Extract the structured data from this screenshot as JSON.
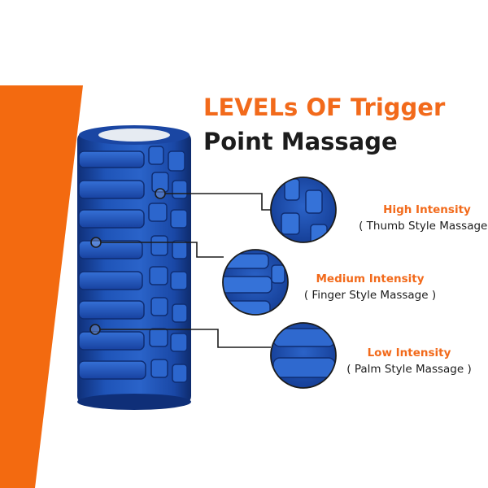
{
  "title": {
    "line1": "LEVELs OF Trigger",
    "line2": "Point Massage"
  },
  "levels": [
    {
      "name": "High Intensity",
      "description": "( Thumb Style Massage )"
    },
    {
      "name": "Medium Intensity",
      "description": "( Finger Style Massage )"
    },
    {
      "name": "Low Intensity",
      "description": "( Palm Style Massage )"
    }
  ],
  "colors": {
    "accent": "#f26a1b",
    "roller_blue": "#1e50b4",
    "text_dark": "#1c1c1c"
  }
}
